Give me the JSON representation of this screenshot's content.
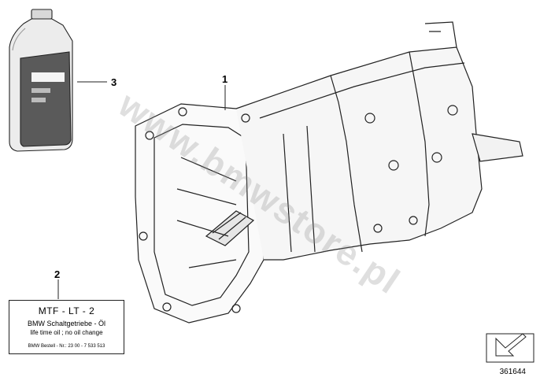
{
  "callouts": {
    "one": "1",
    "two": "2",
    "three": "3"
  },
  "label": {
    "title": "MTF - LT - 2",
    "subtitle": "BMW Schaltgetriebe - Öl",
    "life": "life time oil ; no oil change",
    "part": "BMW Bestell - Nr.: 23 00 - 7 533 513"
  },
  "reference": "361644",
  "watermark": "www.bmwstore.pl",
  "icons": {
    "bottle": "oil-bottle-icon",
    "gearbox": "transmission-icon",
    "arrow": "view-arrow-icon"
  },
  "colors": {
    "line": "#222222",
    "bottle_fill": "#e8e8e8",
    "bottle_label": "#555555"
  }
}
